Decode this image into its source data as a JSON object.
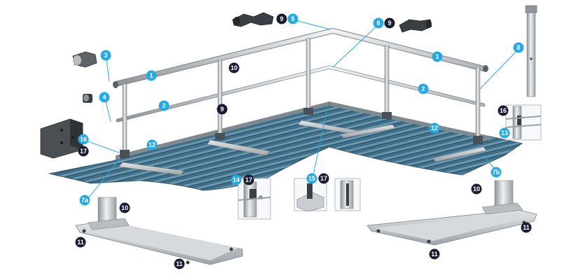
{
  "colors": {
    "blue_badge": "#29a9e1",
    "dark_badge": "#1b1b33",
    "leader": "#29a9e1",
    "roof_dark": "#2f5f7a",
    "roof_light": "#6d97ad",
    "metal": "#c9cdd1",
    "metal_dark": "#8f959b",
    "background": "#ffffff"
  },
  "labels": {
    "b1a": "1",
    "b1b": "1",
    "b2a": "2",
    "b2b": "2",
    "b3": "3",
    "b4": "4",
    "b5": "5",
    "b6": "6",
    "b7a": "7a",
    "b7b": "7b",
    "b8": "8",
    "b9a": "9",
    "b9b": "9",
    "b9c": "9",
    "b10a": "10",
    "b10b": "10",
    "b10c": "10",
    "b11a": "11",
    "b11b": "11",
    "b11c": "11",
    "b11d": "11",
    "b12a": "12",
    "b12b": "12",
    "b13": "13",
    "b14": "14",
    "b15a": "15",
    "b15b": "15",
    "b16a": "16",
    "b16b": "16",
    "b17a": "17",
    "b17b": "17",
    "b17c": "17"
  }
}
